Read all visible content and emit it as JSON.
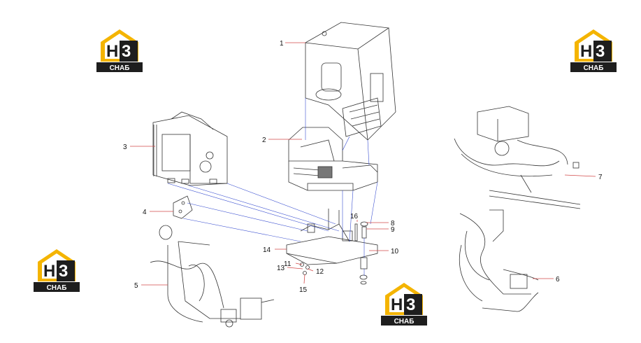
{
  "brand": {
    "logo_letters": "H3",
    "logo_caption": "СНАБ",
    "colors": {
      "yellow": "#f4b400",
      "dark": "#1e1e1e",
      "line_red": "#d24a4a",
      "line_blue": "#3a4fd0"
    }
  },
  "callouts": [
    "1",
    "2",
    "3",
    "4",
    "5",
    "6",
    "7",
    "8",
    "9",
    "10",
    "11",
    "12",
    "13",
    "14",
    "15",
    "16"
  ]
}
